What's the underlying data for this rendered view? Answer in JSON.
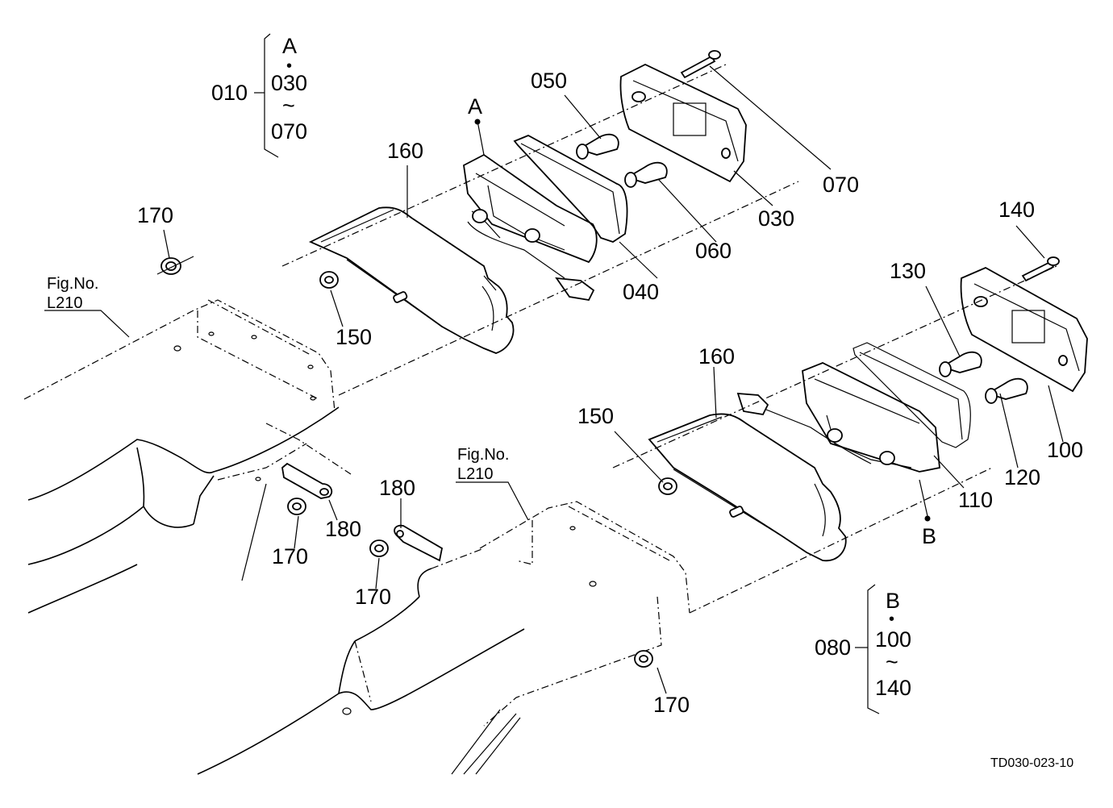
{
  "diagram": {
    "drawing_code": "TD030-023-10",
    "group_A": {
      "ref": "010",
      "letter": "A",
      "dot": "•",
      "range_start": "030",
      "tilde": "~",
      "range_end": "070"
    },
    "group_B": {
      "ref": "080",
      "letter": "B",
      "dot": "•",
      "range_start": "100",
      "tilde": "~",
      "range_end": "140"
    },
    "fig_refs": [
      {
        "line1": "Fig.No.",
        "line2": "L210"
      },
      {
        "line1": "Fig.No.",
        "line2": "L210"
      }
    ],
    "callouts": {
      "p030": "030",
      "p040": "040",
      "p050": "050",
      "p060": "060",
      "p070": "070",
      "p100": "100",
      "p110": "110",
      "p120": "120",
      "p130": "130",
      "p140": "140",
      "p150_upper": "150",
      "p150_lower": "150",
      "p160_upper": "160",
      "p160_lower": "160",
      "p170_upper_left": "170",
      "p170_mid_left": "170",
      "p170_mid": "170",
      "p170_bottom": "170",
      "p180_left": "180",
      "p180_mid": "180",
      "marker_A": "A",
      "marker_B": "B"
    }
  }
}
